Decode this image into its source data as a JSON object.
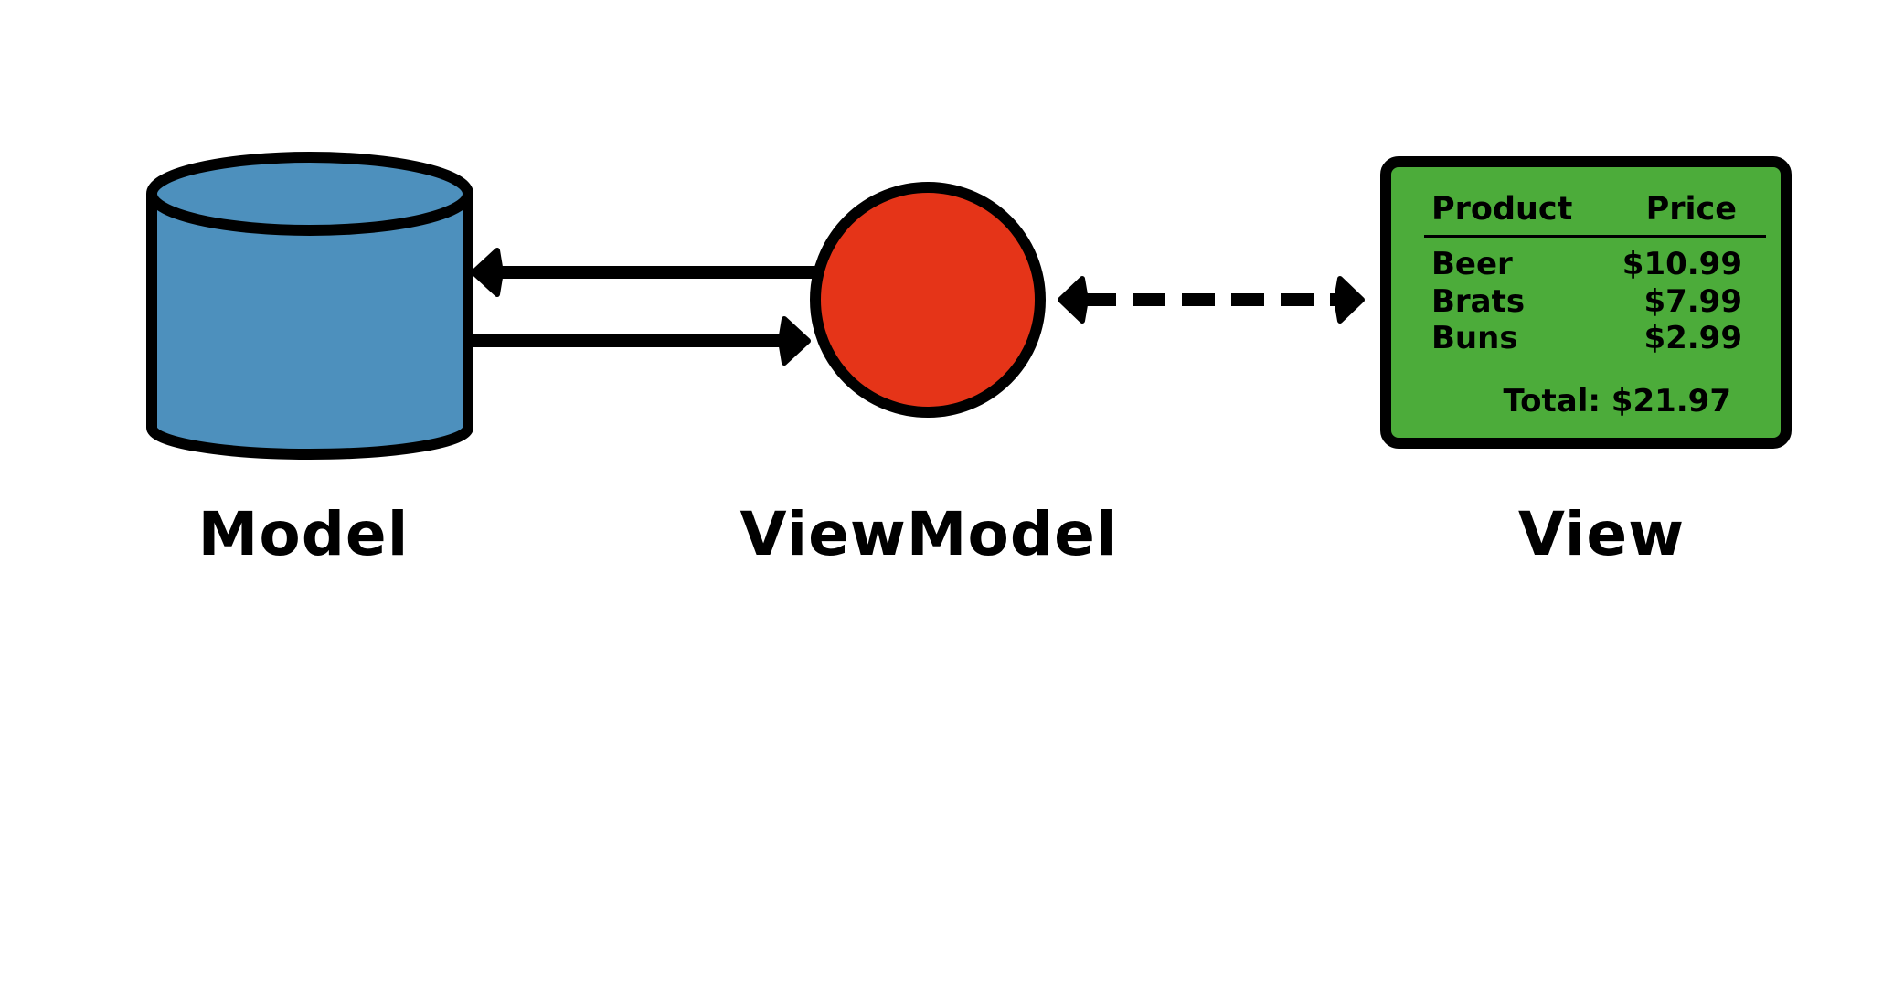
{
  "colors": {
    "model_fill": "#4D90BD",
    "viewmodel_fill": "#E53418",
    "view_fill": "#4CAC3A",
    "stroke": "#000000"
  },
  "nodes": {
    "model": {
      "label": "Model"
    },
    "viewmodel": {
      "label": "ViewModel"
    },
    "view": {
      "label": "View"
    }
  },
  "view_screen": {
    "header": {
      "product": "Product",
      "price": "Price"
    },
    "rows": [
      {
        "name": "Beer",
        "price": "$10.99"
      },
      {
        "name": "Brats",
        "price": "$7.99"
      },
      {
        "name": "Buns",
        "price": "$2.99"
      }
    ],
    "total": "Total: $21.97"
  },
  "connections": [
    {
      "from": "viewmodel",
      "to": "model",
      "style": "solid",
      "direction": "one-way"
    },
    {
      "from": "model",
      "to": "viewmodel",
      "style": "solid",
      "direction": "one-way"
    },
    {
      "from": "viewmodel",
      "to": "view",
      "style": "dashed",
      "direction": "two-way"
    }
  ]
}
